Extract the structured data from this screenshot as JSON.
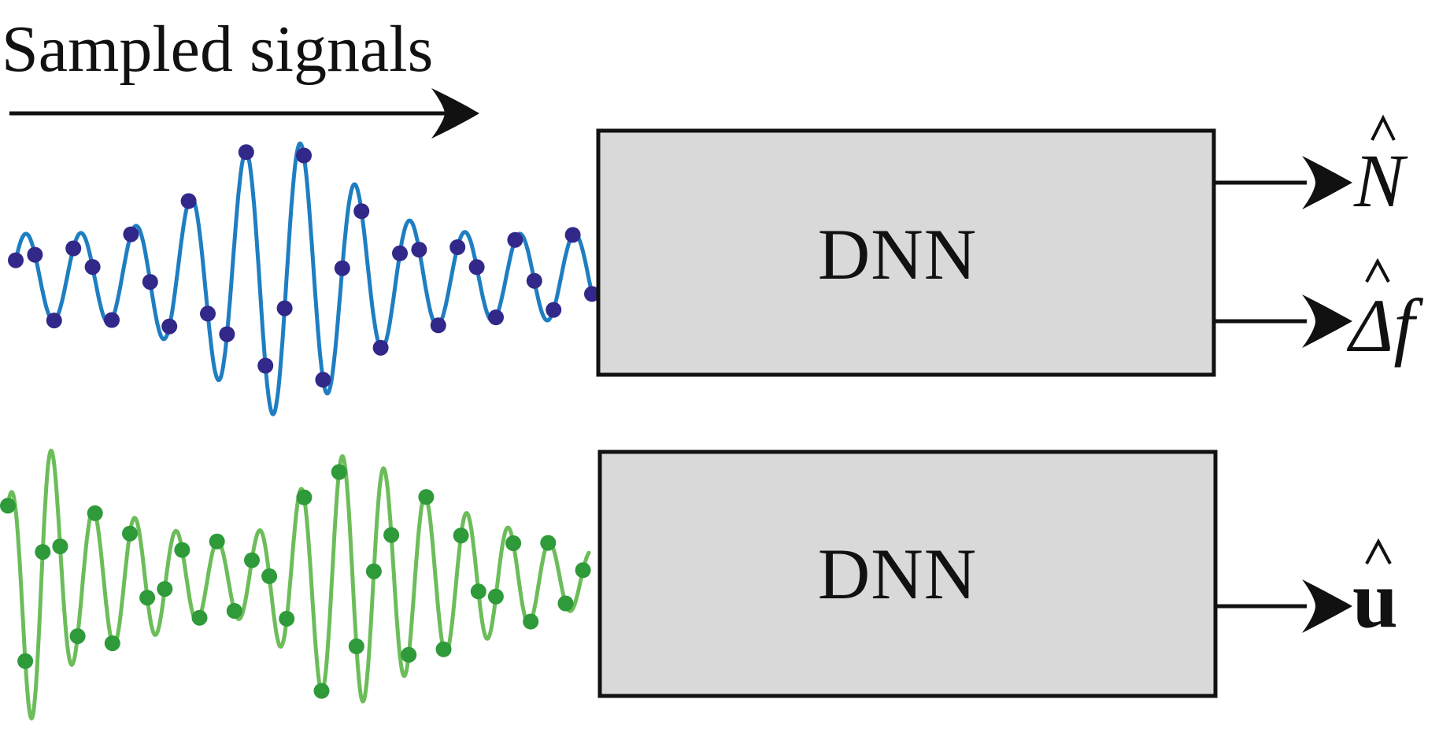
{
  "title": "Sampled signals",
  "colors": {
    "signal_1_curve": "#1f7ec2",
    "signal_1_dots": "#32288a",
    "signal_2_curve": "#6cbd5a",
    "signal_2_dots": "#2e9a3a",
    "box_fill": "#d9d9d9",
    "stroke": "#111111"
  },
  "blocks": [
    {
      "label": "DNN"
    },
    {
      "label": "DNN"
    }
  ],
  "outputs": [
    {
      "symbol": "N",
      "hat": true,
      "italic": true
    },
    {
      "symbol": "Δf",
      "hat": true,
      "italic": true
    },
    {
      "symbol": "u",
      "hat": true,
      "bold": true
    }
  ]
}
